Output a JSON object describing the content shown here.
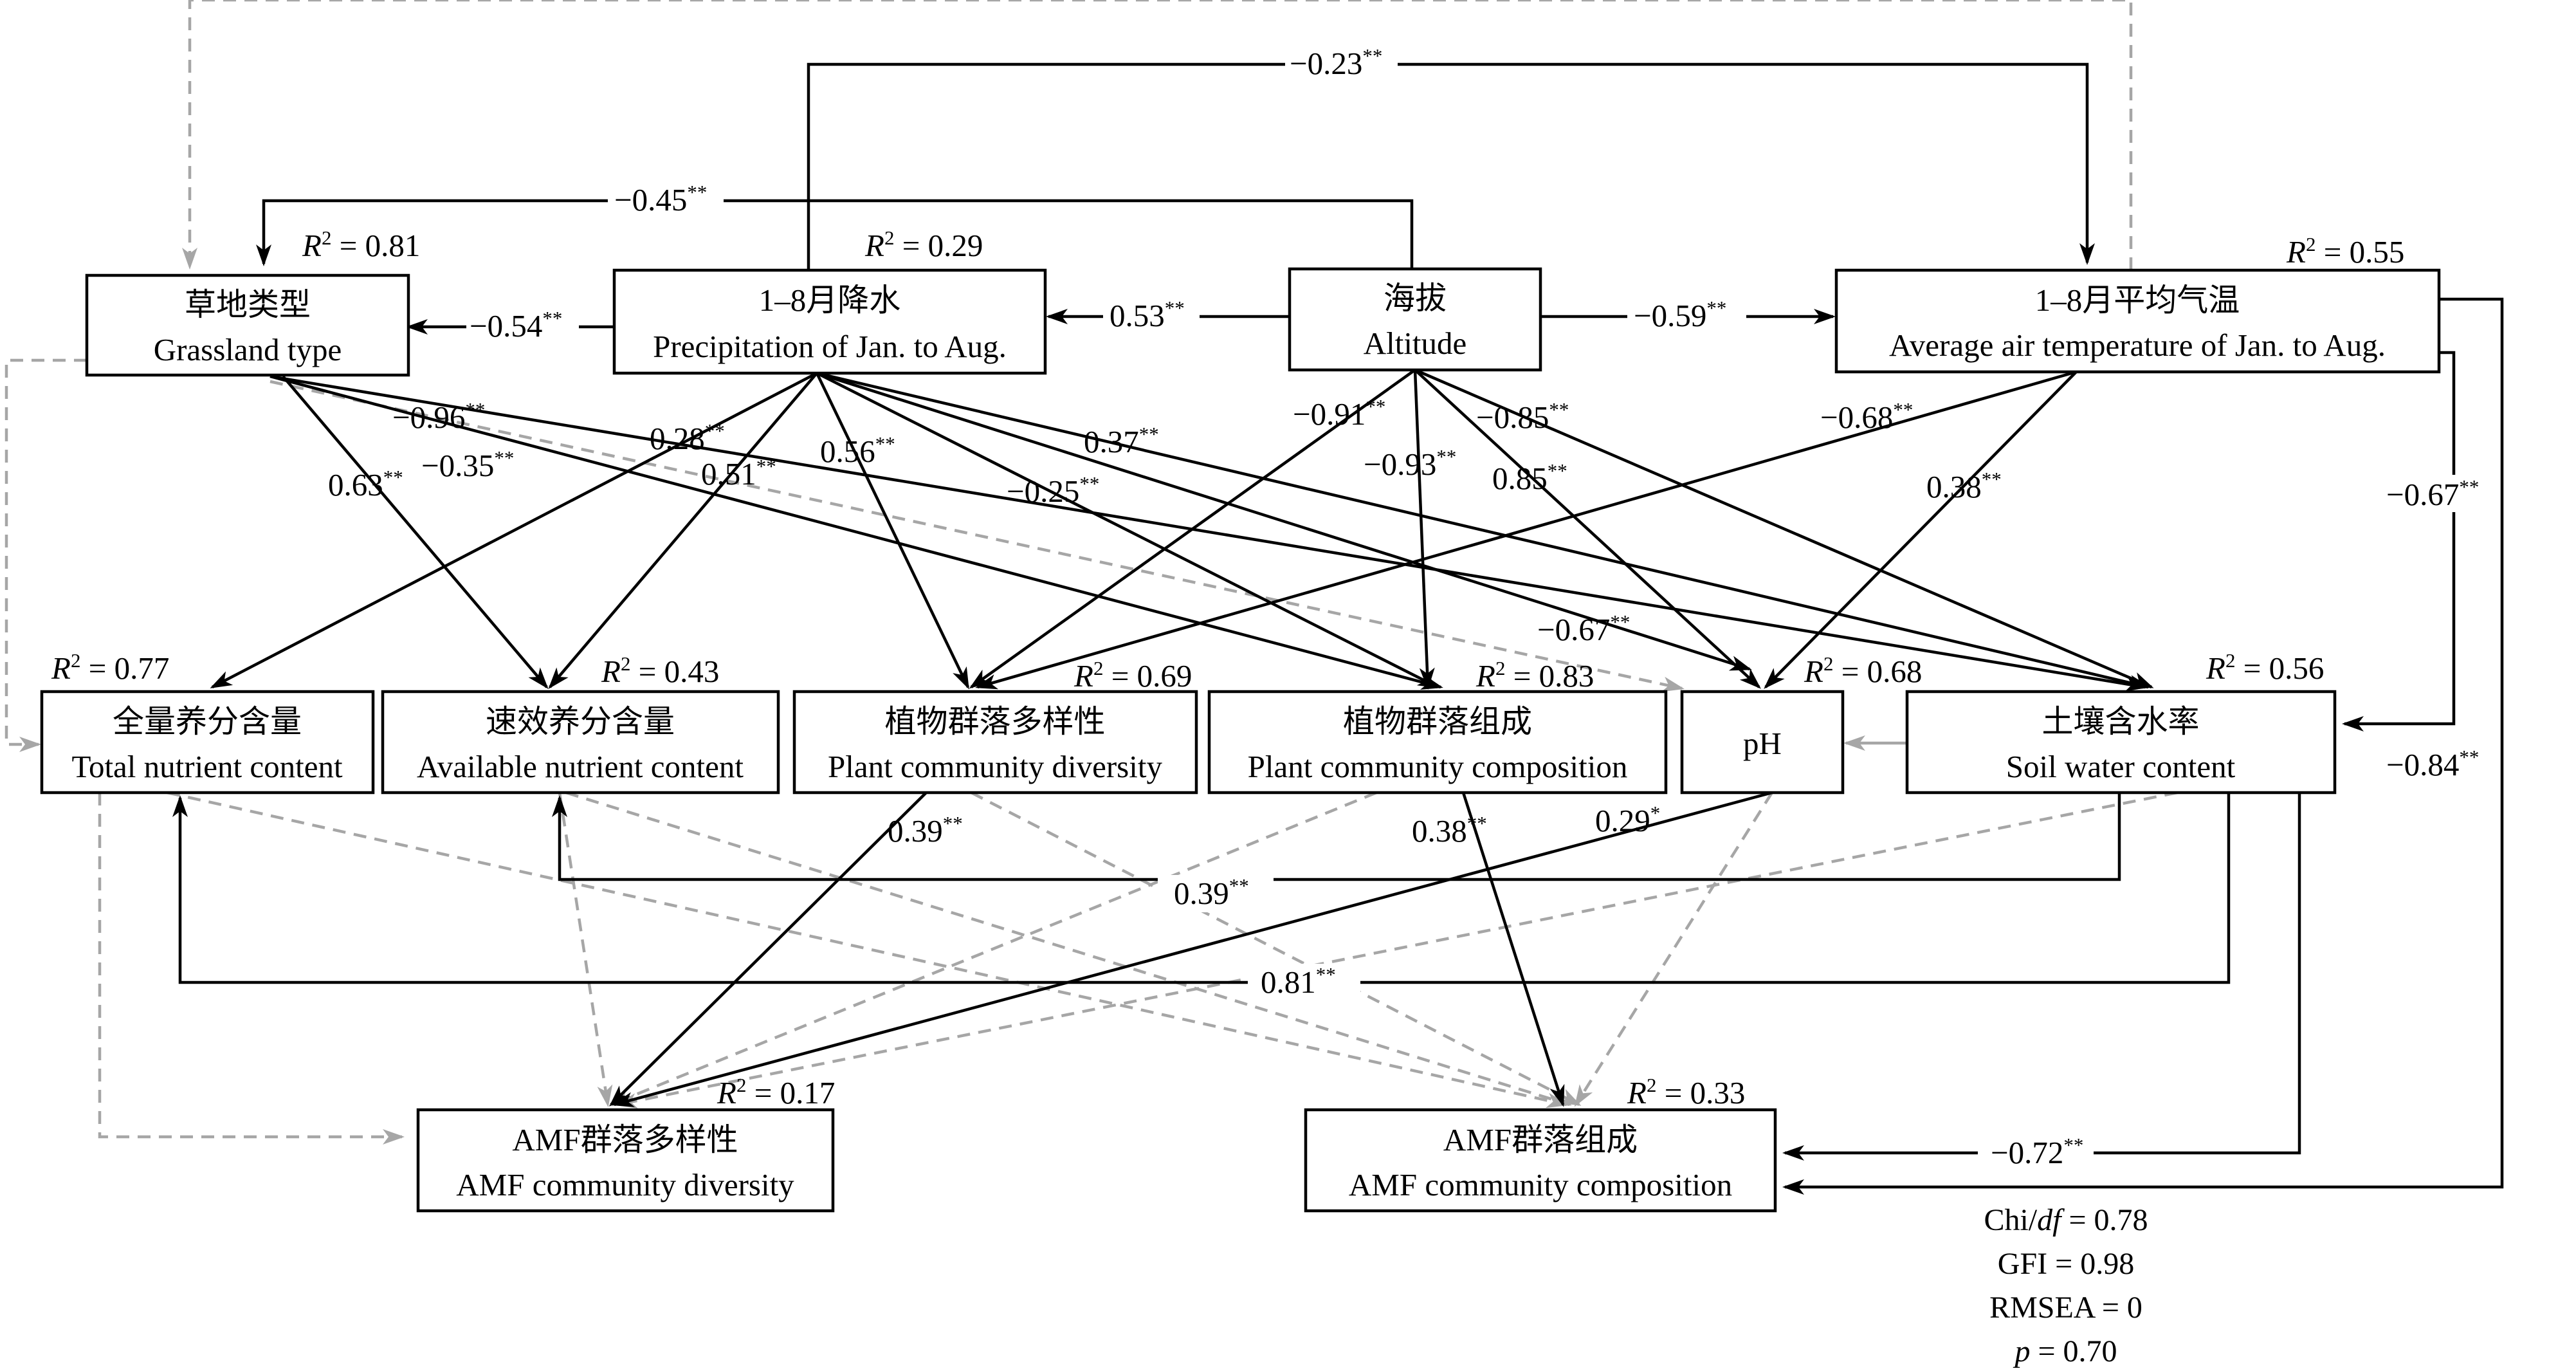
{
  "nodes": {
    "grassland": {
      "zh": "草地类型",
      "en": "Grassland type",
      "r2": "0.81"
    },
    "precip": {
      "zh": "1–8月降水",
      "en": "Precipitation of Jan. to Aug.",
      "r2": "0.29"
    },
    "altitude": {
      "zh": "海拔",
      "en": "Altitude"
    },
    "temp": {
      "zh": "1–8月平均气温",
      "en": "Average air temperature of Jan. to Aug.",
      "r2": "0.55"
    },
    "total_nutrient": {
      "zh": "全量养分含量",
      "en": "Total nutrient content",
      "r2": "0.77"
    },
    "avail_nutrient": {
      "zh": "速效养分含量",
      "en": "Available nutrient content",
      "r2": "0.43"
    },
    "plant_div": {
      "zh": "植物群落多样性",
      "en": "Plant community diversity",
      "r2": "0.69"
    },
    "plant_comp": {
      "zh": "植物群落组成",
      "en": "Plant community composition",
      "r2": "0.83"
    },
    "ph": {
      "en": "pH",
      "r2": "0.68"
    },
    "soil_water": {
      "zh": "土壤含水率",
      "en": "Soil water content",
      "r2": "0.56"
    },
    "amf_div": {
      "zh": "AMF群落多样性",
      "en": "AMF community diversity",
      "r2": "0.17"
    },
    "amf_comp": {
      "zh": "AMF群落组成",
      "en": "AMF community composition",
      "r2": "0.33"
    }
  },
  "r2_letter": "R",
  "r2_exp": "2",
  "r2_eq": " = ",
  "paths": {
    "alt_temp_top": {
      "value": "−0.23",
      "sig": "**"
    },
    "alt_grass_top": {
      "value": "−0.45",
      "sig": "**"
    },
    "precip_grass": {
      "value": "−0.54",
      "sig": "**"
    },
    "alt_precip": {
      "value": "0.53",
      "sig": "**"
    },
    "alt_temp": {
      "value": "−0.59",
      "sig": "**"
    },
    "grass_plantcomp": {
      "value": "−0.96",
      "sig": "**"
    },
    "grass_avail": {
      "value": "0.63",
      "sig": "**"
    },
    "grass_plantdiv": {
      "value": "−0.35",
      "sig": "**"
    },
    "precip_total": {
      "value": "0.28",
      "sig": "**"
    },
    "precip_avail": {
      "value": "0.51",
      "sig": "**"
    },
    "precip_plantdiv": {
      "value": "0.56",
      "sig": "**"
    },
    "precip_plantcomp": {
      "value": "−0.25",
      "sig": "**"
    },
    "precip_soilwater": {
      "value": "0.37",
      "sig": "**"
    },
    "alt_plantdiv": {
      "value": "−0.91",
      "sig": "**"
    },
    "alt_plantcomp": {
      "value": "−0.93",
      "sig": "**"
    },
    "alt_soilwater": {
      "value": "−0.85",
      "sig": "**"
    },
    "alt_ph": {
      "value": "0.85",
      "sig": "**"
    },
    "temp_plantdiv": {
      "value": "−0.68",
      "sig": "**"
    },
    "temp_ph": {
      "value": "0.38",
      "sig": "**"
    },
    "temp_soilwater": {
      "value": "−0.67",
      "sig": "**"
    },
    "precip_ph": {
      "value": "−0.67",
      "sig": "**"
    },
    "temp_amfcomp": {
      "value": "−0.84",
      "sig": "**"
    },
    "plantdiv_amfdiv": {
      "value": "0.39",
      "sig": "**"
    },
    "plantcomp_amfcomp": {
      "value": "0.38",
      "sig": "**"
    },
    "ph_amfdiv": {
      "value": "0.29",
      "sig": "*"
    },
    "soilwater_avail": {
      "value": "0.39",
      "sig": "**"
    },
    "soilwater_total": {
      "value": "0.81",
      "sig": "**"
    },
    "soilwater_amfcomp": {
      "value": "−0.72",
      "sig": "**"
    }
  },
  "fit": {
    "chi_pre": "Chi/",
    "chi_df": "df",
    "chi_val": " = 0.78",
    "gfi": "GFI = 0.98",
    "rmsea": "RMSEA = 0",
    "p_letter": "p",
    "p_val": " = 0.70"
  },
  "colors": {
    "solid": "#000000",
    "dashed": "#a6a6a6"
  }
}
